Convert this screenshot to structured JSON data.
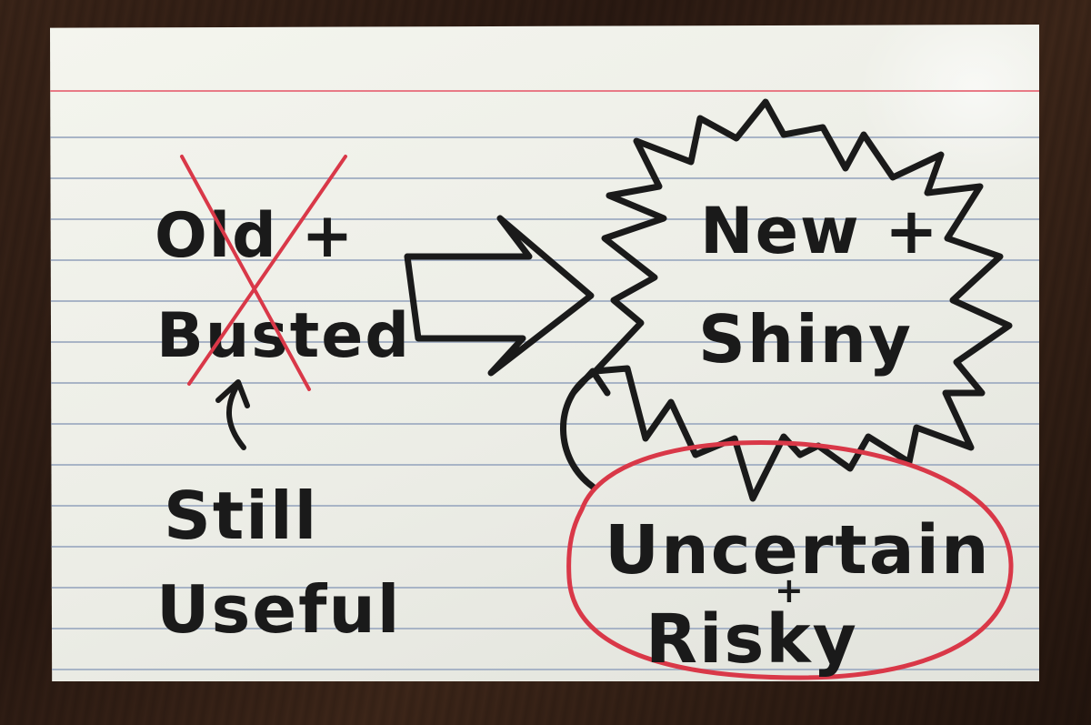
{
  "scene": "index-card-sketch",
  "colors": {
    "ink": "#1a1a1a",
    "red_marker": "#d93848",
    "card": "#eeefe8",
    "ruled_blue": "#a8b4c6",
    "ruled_red": "#e87a86"
  },
  "left_group": {
    "line1": "Old +",
    "line2": "Busted",
    "note_line1": "Still",
    "note_line2": "Useful"
  },
  "right_group": {
    "line1": "New +",
    "line2": "Shiny"
  },
  "bottom_group": {
    "line1": "Uncertain",
    "plus": "+",
    "line2": "Risky"
  }
}
